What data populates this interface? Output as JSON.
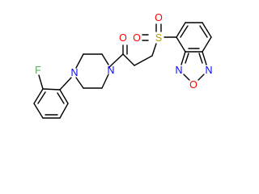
{
  "colors": {
    "background": "#ffffff",
    "bond": "#000000",
    "oxygen": "#ff0000",
    "nitrogen": "#0000ff",
    "sulfur": "#b8a000",
    "fluorine": "#4caf50"
  },
  "atoms": {
    "sulfonyl_o_left": "O",
    "sulfur": "S",
    "sulfonyl_o_top": "O",
    "carbonyl_o": "O",
    "amide_n": "N",
    "aryl_n": "N",
    "fluorine": "F",
    "oxadiazole_n_left": "N",
    "oxadiazole_o": "O",
    "oxadiazole_n_right": "N"
  }
}
